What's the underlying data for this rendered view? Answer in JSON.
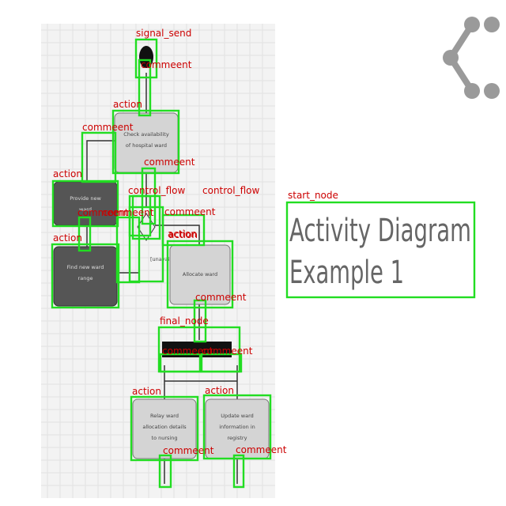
{
  "title": {
    "line1": "Activity Diagram",
    "line2": "Example 1"
  },
  "diagram_nodes": {
    "check": [
      "Check availability",
      "of hospital ward"
    ],
    "provide": [
      "Provide new",
      "ward"
    ],
    "find": [
      "Find new ward",
      "range"
    ],
    "allocate": [
      "Allocate ward"
    ],
    "relay": [
      "Relay ward",
      "allocation details",
      "to nursing"
    ],
    "update": [
      "Update ward",
      "information in",
      "registry"
    ],
    "guard_unavailable": "[unavailable]"
  },
  "detections": [
    {
      "label": "signal_send"
    },
    {
      "label": "commeent"
    },
    {
      "label": "action"
    },
    {
      "label": "commeent"
    },
    {
      "label": "commeent"
    },
    {
      "label": "action"
    },
    {
      "label": "control_flow"
    },
    {
      "label": "control_flow"
    },
    {
      "label": "commeent"
    },
    {
      "label": "commeent"
    },
    {
      "label": "commeent"
    },
    {
      "label": "action"
    },
    {
      "label": "action"
    },
    {
      "label": "start_node"
    },
    {
      "label": "action"
    },
    {
      "label": "commeent"
    },
    {
      "label": "final_node"
    },
    {
      "label": "commeent"
    },
    {
      "label": "commeent"
    },
    {
      "label": "action"
    },
    {
      "label": "action"
    },
    {
      "label": "commeent"
    },
    {
      "label": "commeent"
    }
  ],
  "colors": {
    "detection_box": "#22dd22",
    "detection_label": "#cc0000",
    "action_fill_light": "#d4d4d4",
    "action_fill_dark": "#555555",
    "logo": "#9a9a9a"
  },
  "icons": {
    "logo": "share-network-icon"
  }
}
